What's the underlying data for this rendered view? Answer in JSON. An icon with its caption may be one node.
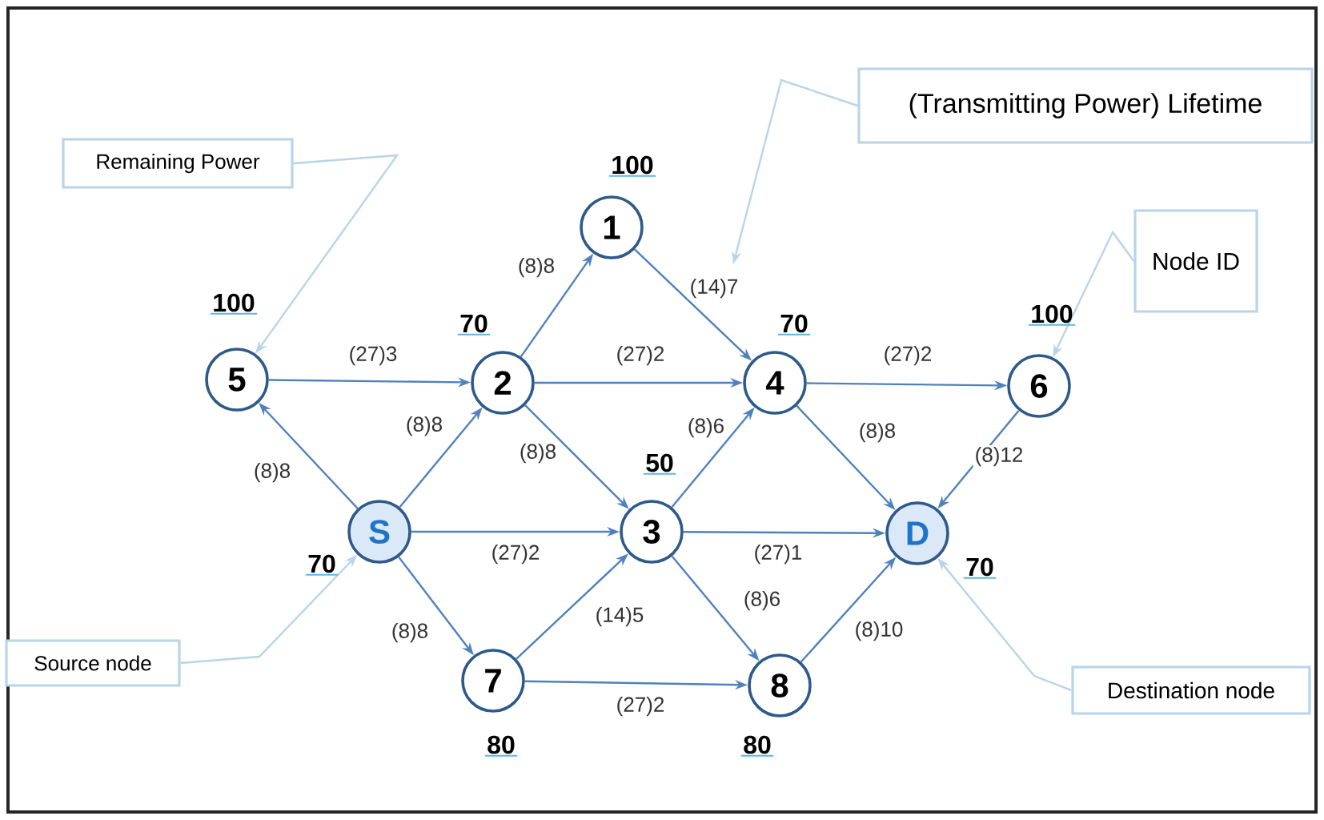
{
  "diagram": {
    "nodes": [
      {
        "text": [
          "(Transmitting Power) Lifetime"
        ]
      },
      {
        "text": [
          "Remaining Power"
        ]
      },
      {
        "text": [
          "1"
        ],
        "beside": [
          "100"
        ]
      },
      {
        "text": [
          "Node ID"
        ]
      },
      {
        "text": [
          "5"
        ],
        "beside": [
          "100"
        ]
      },
      {
        "text": [
          "2"
        ],
        "beside": [
          "70"
        ]
      },
      {
        "text": [
          "4"
        ],
        "beside": [
          "70"
        ]
      },
      {
        "text": [
          "6"
        ],
        "beside": [
          "100"
        ]
      },
      {
        "text": [
          "S"
        ],
        "beside": [
          "70"
        ]
      },
      {
        "text": [
          "3"
        ],
        "beside": [
          "50"
        ]
      },
      {
        "text": [
          "D"
        ],
        "beside": [
          "70"
        ]
      },
      {
        "text": [
          "Source node"
        ]
      },
      {
        "text": [
          "7"
        ],
        "beside": [
          "80"
        ]
      },
      {
        "text": [
          "Destination node"
        ]
      },
      {
        "text": [
          "8"
        ],
        "beside": [
          "80"
        ]
      }
    ],
    "edges": [
      {
        "from": 4,
        "to": 5,
        "arrow": "to",
        "label": "(27)3"
      },
      {
        "from": 5,
        "to": 2,
        "arrow": "to",
        "label": "(8)8"
      },
      {
        "from": 2,
        "to": 6,
        "arrow": "to",
        "label": "(14)7"
      },
      {
        "from": 5,
        "to": 6,
        "arrow": "to",
        "label": "(27)2"
      },
      {
        "from": 6,
        "to": 7,
        "arrow": "to",
        "label": "(27)2"
      },
      {
        "from": 8,
        "to": 4,
        "arrow": "to",
        "label": "(8)8"
      },
      {
        "from": 8,
        "to": 5,
        "arrow": "to",
        "label": "(8)8"
      },
      {
        "from": 5,
        "to": 9,
        "arrow": "to",
        "label": "(8)8"
      },
      {
        "from": 9,
        "to": 6,
        "arrow": "to",
        "label": "(8)6"
      },
      {
        "from": 6,
        "to": 10,
        "arrow": "to",
        "label": "(8)8"
      },
      {
        "from": 7,
        "to": 10,
        "arrow": "to",
        "label": "(8)12"
      },
      {
        "from": 8,
        "to": 9,
        "arrow": "to",
        "label": "(27)2"
      },
      {
        "from": 9,
        "to": 10,
        "arrow": "to",
        "label": "(27)1"
      },
      {
        "from": 8,
        "to": 12,
        "arrow": "to",
        "label": "(8)8"
      },
      {
        "from": 12,
        "to": 9,
        "arrow": "to",
        "label": "(14)5"
      },
      {
        "from": 9,
        "to": 14,
        "arrow": "to",
        "label": "(8)6"
      },
      {
        "from": 14,
        "to": 10,
        "arrow": "to",
        "label": "(8)10"
      },
      {
        "from": 12,
        "to": 14,
        "arrow": "to",
        "label": "(27)2"
      },
      {
        "from": 1,
        "to": 4,
        "arrow": "to",
        "color": "#b8d4ea"
      },
      {
        "from": 0,
        "to": null,
        "arrow": "to",
        "color": "#b8d4ea"
      },
      {
        "from": 3,
        "to": 7,
        "arrow": "to",
        "color": "#b8d4ea"
      },
      {
        "from": 11,
        "to": 8,
        "arrow": "to",
        "color": "#b8d4ea"
      },
      {
        "from": 13,
        "to": 10,
        "arrow": "to",
        "color": "#b8d4ea"
      }
    ]
  }
}
